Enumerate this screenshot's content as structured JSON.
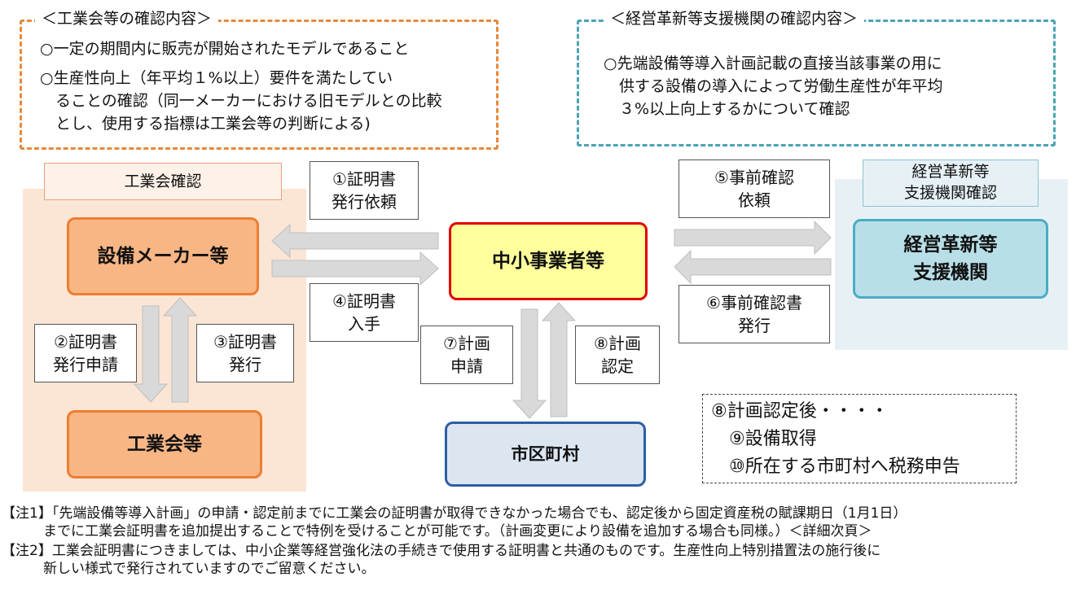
{
  "industry_check_box": {
    "title": "＜工業会等の確認内容＞",
    "lines": [
      "○一定の期間内に販売が開始されたモデルであること",
      "○生産性向上（年平均１%以上）要件を満たしてい",
      "　ることの確認（同一メーカーにおける旧モデルとの比較",
      "　とし、使用する指標は工業会等の判断による)"
    ]
  },
  "support_check_box": {
    "title": "＜経営革新等支援機関の確認内容＞",
    "lines": [
      "○先端設備等導入計画記載の直接当該事業の用に",
      "　供する設備の導入によって労働生産性が年平均",
      "　３%以上向上するかについて確認"
    ]
  },
  "panels": {
    "industry_label": "工業会確認",
    "support_label_lines": [
      "経営革新等",
      "支援機関確認"
    ]
  },
  "entities": {
    "maker": "設備メーカー等",
    "sme": "中小事業者等",
    "support_lines": [
      "経営革新等",
      "支援機関"
    ],
    "association": "工業会等",
    "municipality": "市区町村"
  },
  "steps": {
    "s1": [
      "①証明書",
      "発行依頼"
    ],
    "s2": [
      "②証明書",
      "発行申請"
    ],
    "s3": [
      "③証明書",
      "発行"
    ],
    "s4": [
      "④証明書",
      "入手"
    ],
    "s5": [
      "⑤事前確認",
      "依頼"
    ],
    "s6": [
      "⑥事前確認書",
      "発行"
    ],
    "s7": [
      "⑦計画",
      "申請"
    ],
    "s8": [
      "⑧計画",
      "認定"
    ]
  },
  "after_note": {
    "lines": [
      "⑧計画認定後・・・・",
      "　⑨設備取得",
      "　⑩所在する市町村へ税務申告"
    ]
  },
  "footnotes": {
    "n1_line1": "【注1】「先端設備等導入計画」の申請・認定前までに工業会の証明書が取得できなかった場合でも、認定後から固定資産税の賦課期日（1月1日）",
    "n1_line2": "　　　までに工業会証明書を追加提出することで特例を受けることが可能です。（計画変更により設備を追加する場合も同様。）＜詳細次頁＞",
    "n2_line1": "【注2】工業会証明書につきましては、中小企業等経営強化法の手続きで使用する証明書と共通のものです。生産性向上特別措置法の施行後に",
    "n2_line2": "　　　新しい様式で発行されていますのでご留意ください。"
  },
  "colors": {
    "orange": "#ed7d31",
    "teal": "#4aacc5",
    "red": "#e00000",
    "navy": "#2e5ea5",
    "arrow_fill": "#d9d9d9"
  }
}
